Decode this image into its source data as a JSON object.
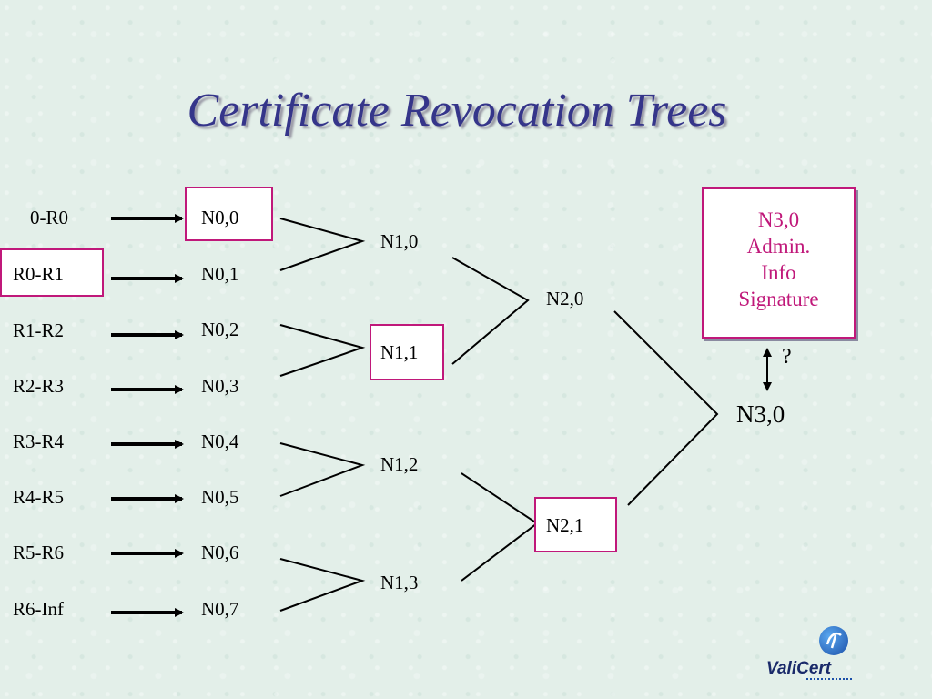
{
  "title": "Certificate Revocation Trees",
  "ranges": [
    "0-R0",
    "R0-R1",
    "R1-R2",
    "R2-R3",
    "R3-R4",
    "R4-R5",
    "R5-R6",
    "R6-Inf"
  ],
  "level0": [
    "N0,0",
    "N0,1",
    "N0,2",
    "N0,3",
    "N0,4",
    "N0,5",
    "N0,6",
    "N0,7"
  ],
  "level1": [
    "N1,0",
    "N1,1",
    "N1,2",
    "N1,3"
  ],
  "level2": [
    "N2,0",
    "N2,1"
  ],
  "root": "N3,0",
  "admin": {
    "node": "N3,0",
    "line1": "Admin.",
    "line2": "Info",
    "line3": "Signature"
  },
  "question": "?",
  "logo": {
    "text": "ValiCert"
  },
  "colors": {
    "title": "#35358a",
    "highlight": "#c0187a",
    "background": "#e3efe9"
  }
}
